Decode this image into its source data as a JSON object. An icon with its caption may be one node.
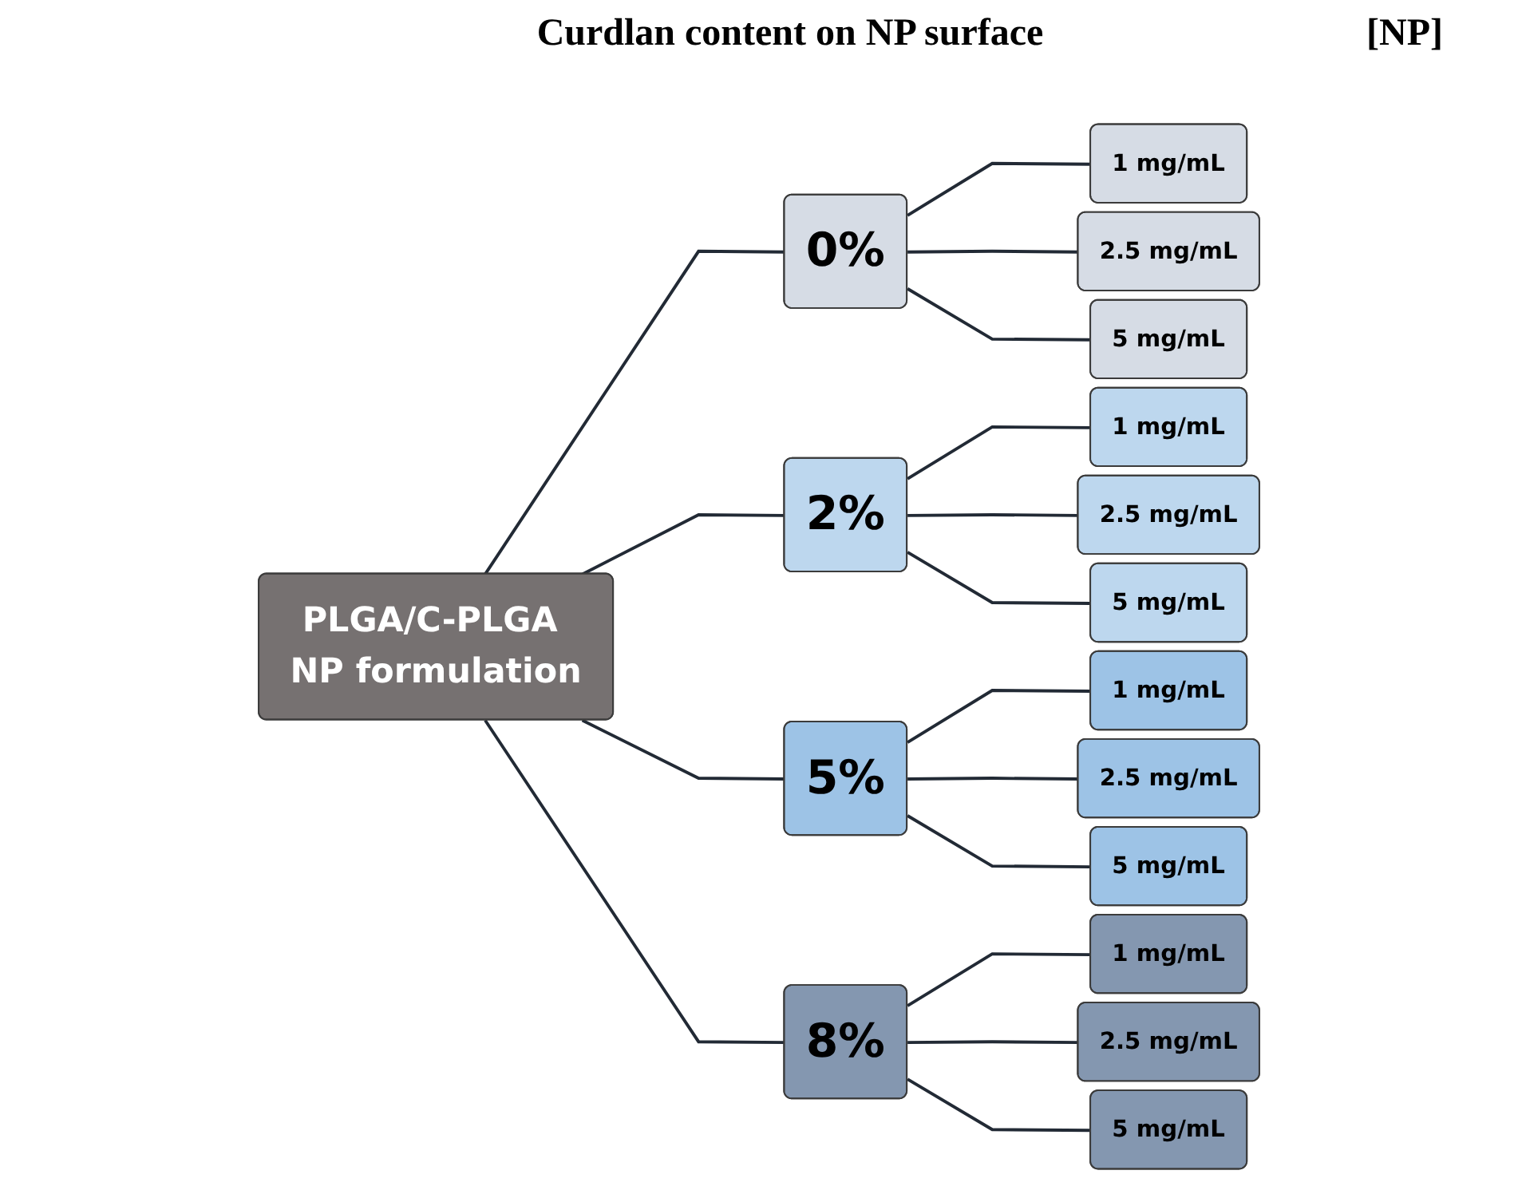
{
  "diagram": {
    "nodes": [
      {
        "text": [
          "PLGA/C-PLGA NP formulation"
        ]
      },
      {
        "text": [
          "0%"
        ]
      },
      {
        "text": [
          "1 mg/mL"
        ]
      },
      {
        "text": [
          "2.5 mg/mL"
        ]
      },
      {
        "text": [
          "5 mg/mL"
        ]
      },
      {
        "text": [
          "2%"
        ]
      },
      {
        "text": [
          "1 mg/mL"
        ]
      },
      {
        "text": [
          "2.5 mg/mL"
        ]
      },
      {
        "text": [
          "5 mg/mL"
        ]
      },
      {
        "text": [
          "5%"
        ]
      },
      {
        "text": [
          "1 mg/mL"
        ]
      },
      {
        "text": [
          "2.5 mg/mL"
        ]
      },
      {
        "text": [
          "5 mg/mL"
        ]
      },
      {
        "text": [
          "8%"
        ]
      },
      {
        "text": [
          "1 mg/mL"
        ]
      },
      {
        "text": [
          "2.5 mg/mL"
        ]
      },
      {
        "text": [
          "5 mg/mL"
        ]
      }
    ],
    "edges": [
      {
        "from": 0,
        "to": 1,
        "arrow": "none"
      },
      {
        "from": 0,
        "to": 5,
        "arrow": "none"
      },
      {
        "from": 0,
        "to": 9,
        "arrow": "none"
      },
      {
        "from": 0,
        "to": 13,
        "arrow": "none"
      },
      {
        "from": 1,
        "to": 2,
        "arrow": "none"
      },
      {
        "from": 1,
        "to": 3,
        "arrow": "none"
      },
      {
        "from": 1,
        "to": 4,
        "arrow": "none"
      },
      {
        "from": 5,
        "to": 6,
        "arrow": "none"
      },
      {
        "from": 5,
        "to": 7,
        "arrow": "none"
      },
      {
        "from": 5,
        "to": 8,
        "arrow": "none"
      },
      {
        "from": 9,
        "to": 10,
        "arrow": "none"
      },
      {
        "from": 9,
        "to": 11,
        "arrow": "none"
      },
      {
        "from": 9,
        "to": 12,
        "arrow": "none"
      },
      {
        "from": 13,
        "to": 14,
        "arrow": "none"
      },
      {
        "from": 13,
        "to": 15,
        "arrow": "none"
      },
      {
        "from": 13,
        "to": 16,
        "arrow": "none"
      }
    ],
    "labels": [
      "Curdlan content on NP surface",
      "[NP]"
    ]
  }
}
